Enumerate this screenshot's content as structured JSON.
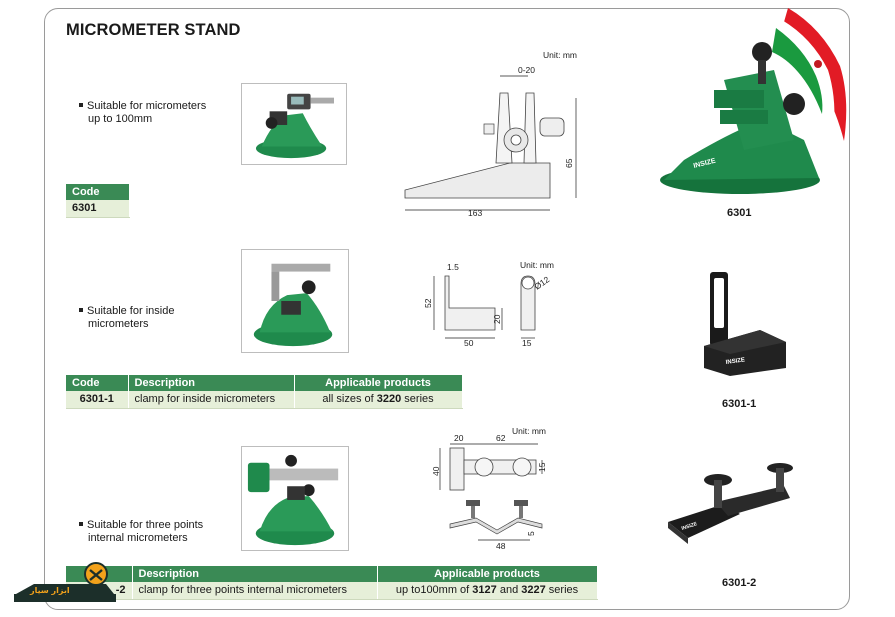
{
  "page": {
    "title": "MICROMETER STAND"
  },
  "sections": [
    {
      "bullet_line1": "Suitable for micrometers",
      "bullet_line2": "up to 100mm",
      "table": {
        "headers": [
          "Code"
        ],
        "rows": [
          [
            "6301"
          ]
        ]
      },
      "drawing": {
        "unit": "Unit: mm",
        "dims": [
          "0-20",
          "65",
          "163"
        ]
      },
      "product_label": "6301"
    },
    {
      "bullet_line1": "Suitable for inside",
      "bullet_line2": "micrometers",
      "table": {
        "headers": [
          "Code",
          "Description",
          "Applicable products"
        ],
        "rows": [
          [
            "6301-1",
            "clamp for inside micrometers",
            "all sizes of ",
            "3220",
            " series"
          ]
        ]
      },
      "drawing": {
        "unit": "Unit: mm",
        "dims": [
          "1.5",
          "52",
          "20",
          "50",
          "Ø12",
          "15"
        ]
      },
      "product_label": "6301-1"
    },
    {
      "bullet_line1": "Suitable for three points",
      "bullet_line2": "internal micrometers",
      "table": {
        "headers": [
          "Description",
          "Applicable products"
        ],
        "code_fragment": "-2",
        "rows": [
          [
            "clamp for three points internal micrometers",
            "up to100mm of ",
            "3127",
            " and ",
            "3227",
            " series"
          ]
        ]
      },
      "drawing": {
        "unit": "Unit: mm",
        "dims": [
          "20",
          "62",
          "40",
          "15",
          "48",
          "5"
        ]
      },
      "product_label": "6301-2"
    }
  ],
  "logo": {
    "text": "ابزار سیار"
  },
  "colors": {
    "green_header": "#3a8a55",
    "row_bg": "#e6efd9",
    "stand_green": "#1f8a4c"
  }
}
